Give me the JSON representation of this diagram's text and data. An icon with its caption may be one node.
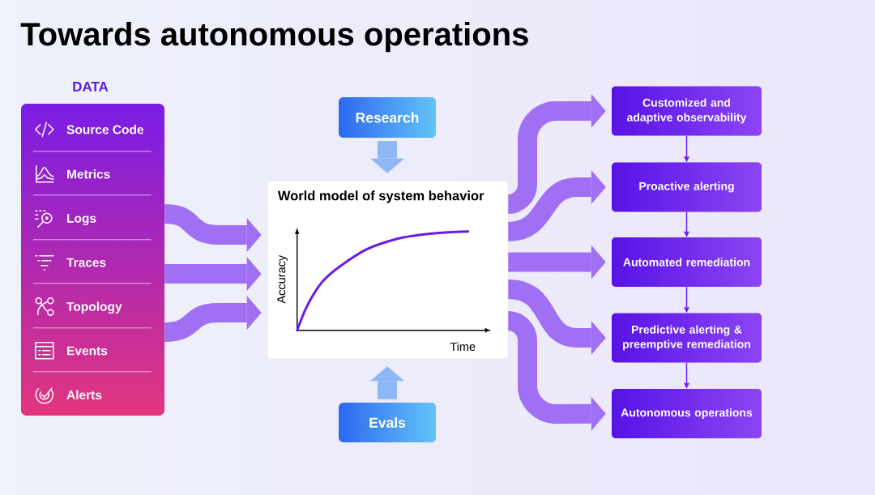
{
  "diagram": {
    "title": "Towards autonomous operations",
    "nodes": [
      {
        "text": [
          "DATA"
        ]
      },
      {
        "text": [
          "Source Code"
        ],
        "in": 0
      },
      {
        "text": [
          "Metrics"
        ],
        "in": 0
      },
      {
        "text": [
          "Logs"
        ],
        "in": 0
      },
      {
        "text": [
          "Traces"
        ],
        "in": 0
      },
      {
        "text": [
          "Topology"
        ],
        "in": 0
      },
      {
        "text": [
          "Events"
        ],
        "in": 0
      },
      {
        "text": [
          "Alerts"
        ],
        "in": 0
      },
      {
        "text": [
          "Research"
        ]
      },
      {
        "text": [
          "World model of system behavior",
          "Accuracy",
          "Time"
        ]
      },
      {
        "text": [
          "Evals"
        ]
      },
      {
        "text": [
          "Customized and adaptive observability"
        ]
      },
      {
        "text": [
          "Proactive alerting"
        ]
      },
      {
        "text": [
          "Automated remediation"
        ]
      },
      {
        "text": [
          "Predictive alerting & preemptive remediation"
        ]
      },
      {
        "text": [
          "Autonomous operations"
        ]
      }
    ],
    "edges": [
      {
        "from": 0,
        "to": 9,
        "arrow": "to"
      },
      {
        "from": 0,
        "to": 9,
        "arrow": "to"
      },
      {
        "from": 0,
        "to": 9,
        "arrow": "to"
      },
      {
        "from": 8,
        "to": 9,
        "arrow": "to",
        "color": "#8db7f5"
      },
      {
        "from": 10,
        "to": 9,
        "arrow": "to",
        "color": "#8db7f5"
      },
      {
        "from": 9,
        "to": 11,
        "arrow": "to"
      },
      {
        "from": 9,
        "to": 12,
        "arrow": "to"
      },
      {
        "from": 9,
        "to": 13,
        "arrow": "to"
      },
      {
        "from": 9,
        "to": 14,
        "arrow": "to"
      },
      {
        "from": 9,
        "to": 15,
        "arrow": "to"
      },
      {
        "from": 11,
        "to": 12,
        "arrow": "to",
        "color": "#6f22ee"
      },
      {
        "from": 12,
        "to": 13,
        "arrow": "to",
        "color": "#6f22ee"
      },
      {
        "from": 13,
        "to": 14,
        "arrow": "to",
        "color": "#6f22ee"
      },
      {
        "from": 14,
        "to": 15,
        "arrow": "to",
        "color": "#6f22ee"
      }
    ]
  }
}
